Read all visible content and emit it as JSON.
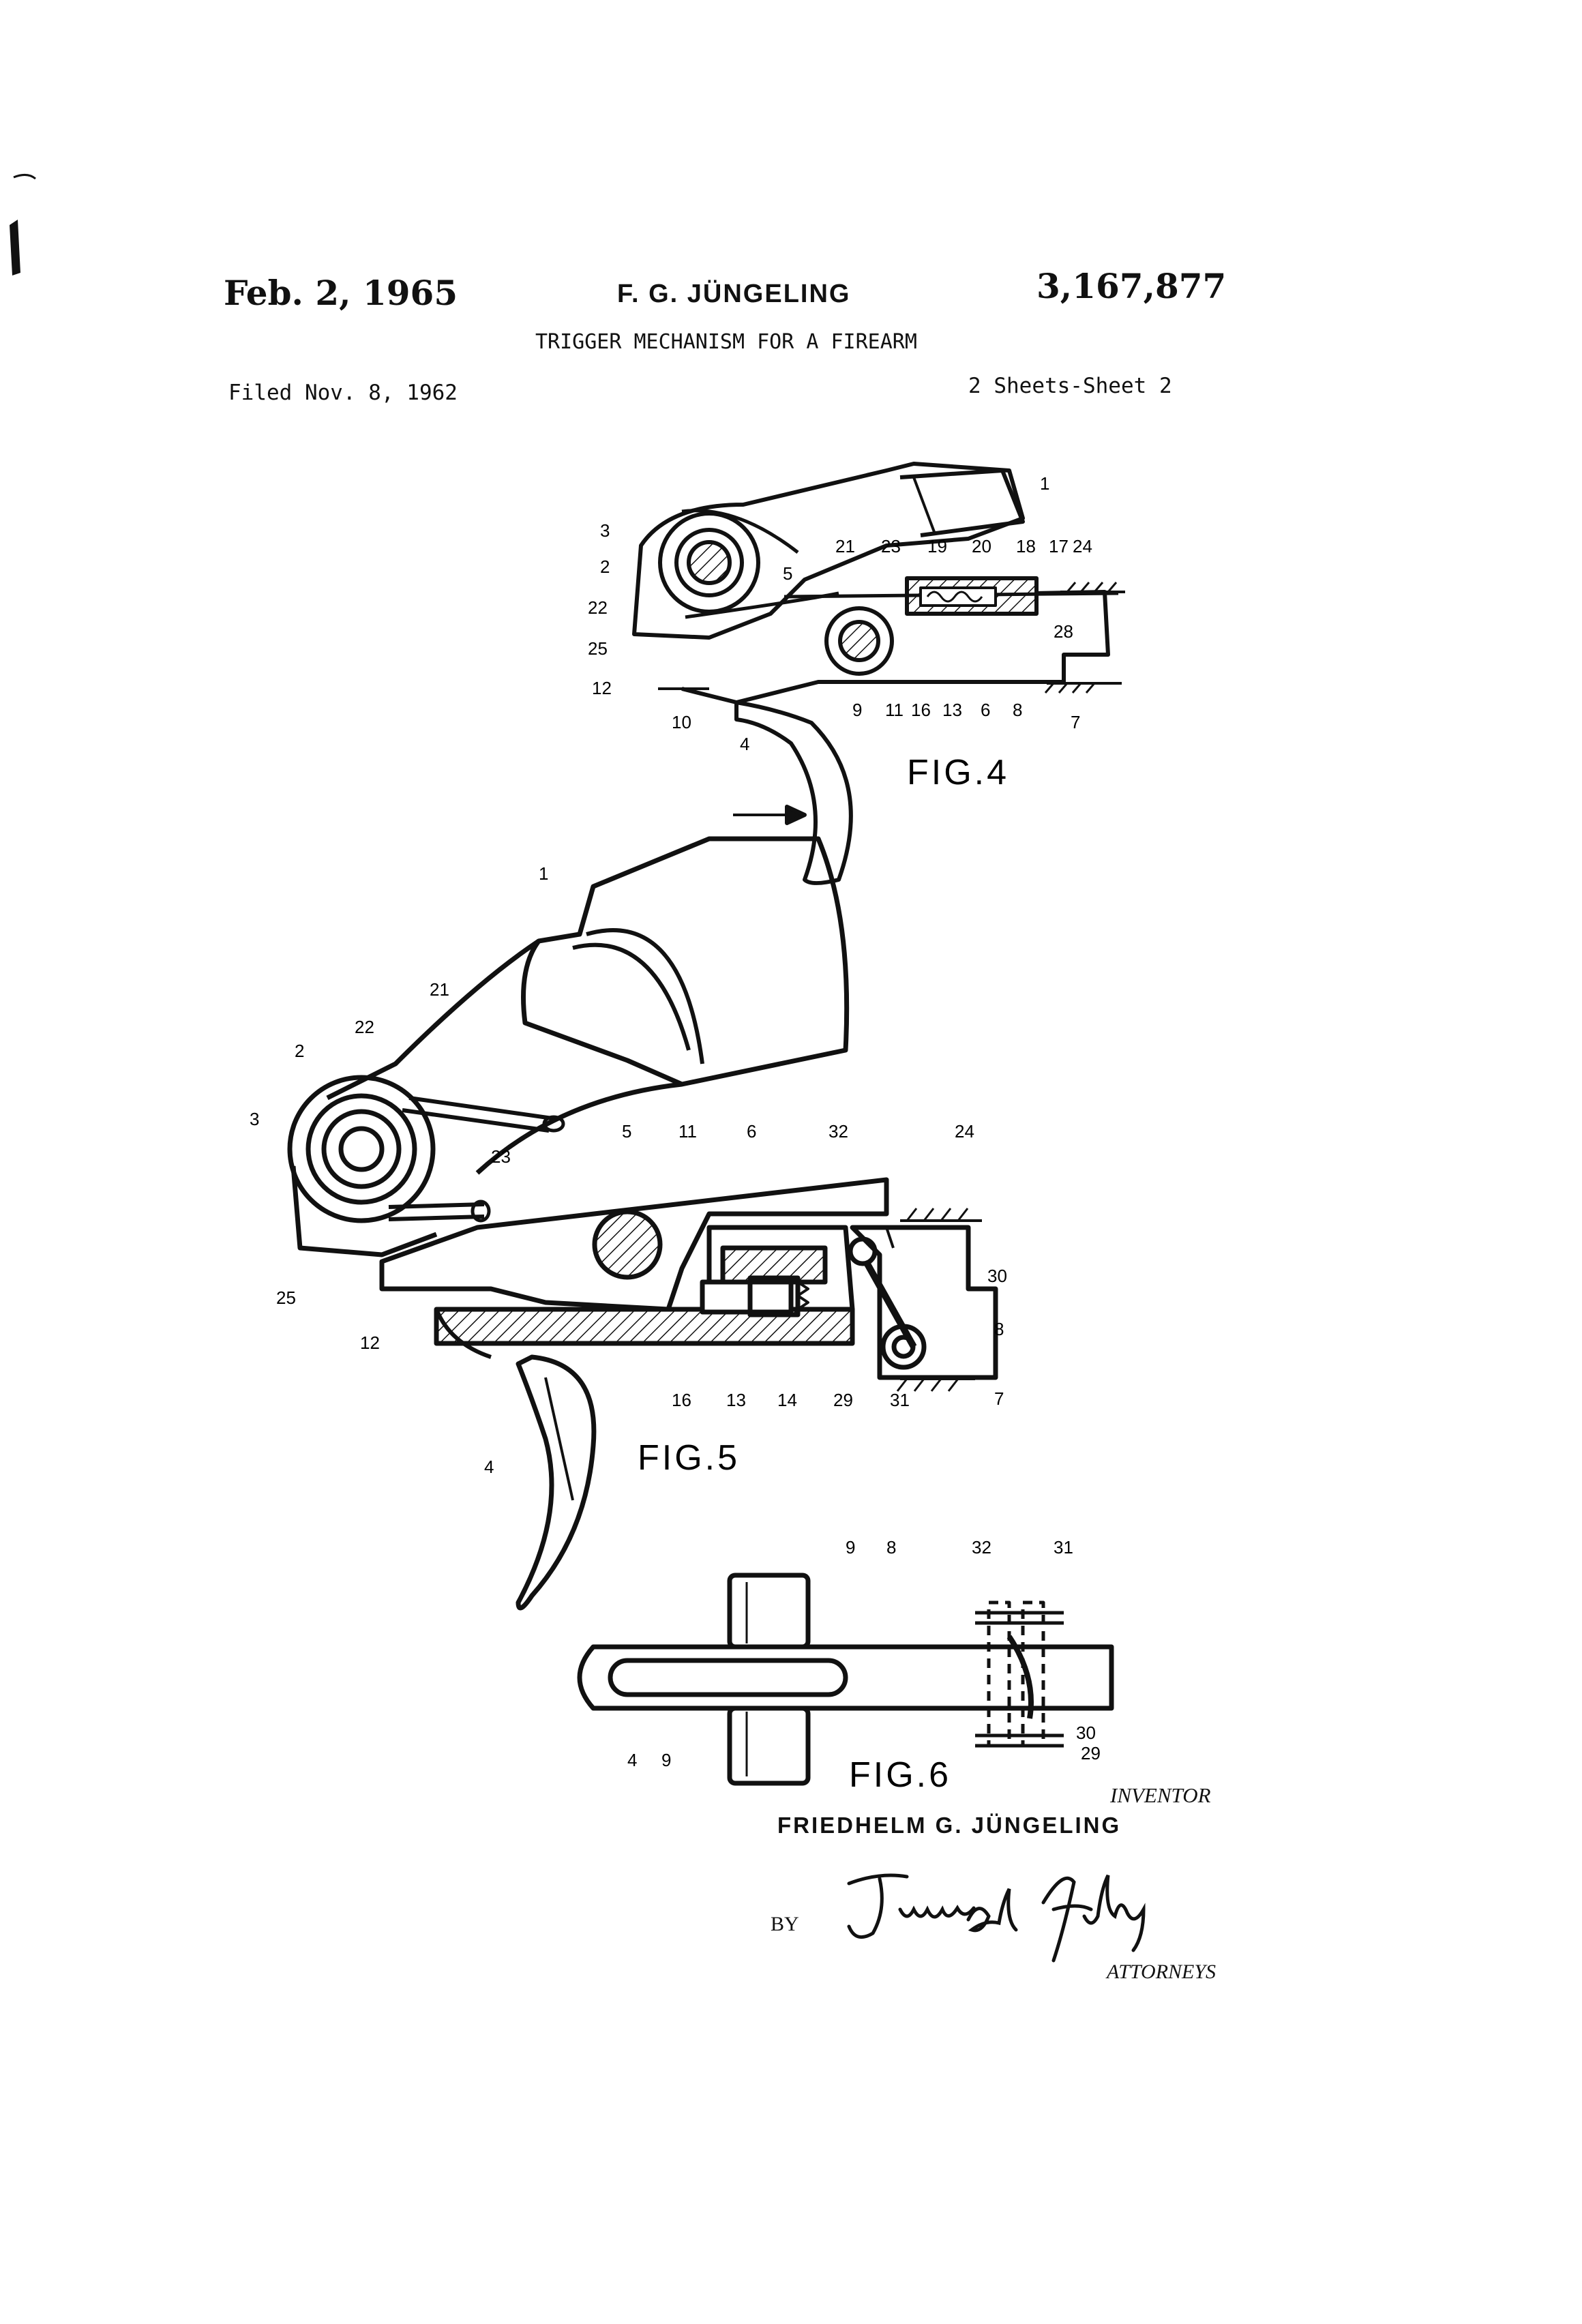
{
  "header": {
    "date": "Feb. 2, 1965",
    "inventor_short": "F. G. JÜNGELING",
    "patent_number": "3,167,877",
    "title": "TRIGGER MECHANISM FOR A FIREARM",
    "filed": "Filed Nov. 8, 1962",
    "sheets": "2 Sheets-Sheet 2"
  },
  "figures": {
    "fig4": {
      "label": "FIG.4",
      "refs": [
        "1",
        "3",
        "2",
        "22",
        "25",
        "12",
        "10",
        "4",
        "5",
        "21",
        "23",
        "19",
        "20",
        "18",
        "17",
        "24",
        "28",
        "9",
        "11",
        "16",
        "13",
        "6",
        "8",
        "7"
      ]
    },
    "fig5": {
      "label": "FIG.5",
      "refs": [
        "1",
        "21",
        "22",
        "2",
        "3",
        "23",
        "25",
        "12",
        "5",
        "11",
        "6",
        "32",
        "24",
        "30",
        "8",
        "7",
        "16",
        "13",
        "14",
        "29",
        "31",
        "4"
      ]
    },
    "fig6": {
      "label": "FIG.6",
      "refs": [
        "9",
        "8",
        "32",
        "31",
        "30",
        "29",
        "4",
        "9"
      ]
    }
  },
  "signature": {
    "inventor_label": "INVENTOR",
    "inventor_name": "FRIEDHELM G. JÜNGELING",
    "by_label": "BY",
    "signature_text": "Irwin and Finley",
    "attorneys_label": "ATTORNEYS"
  }
}
